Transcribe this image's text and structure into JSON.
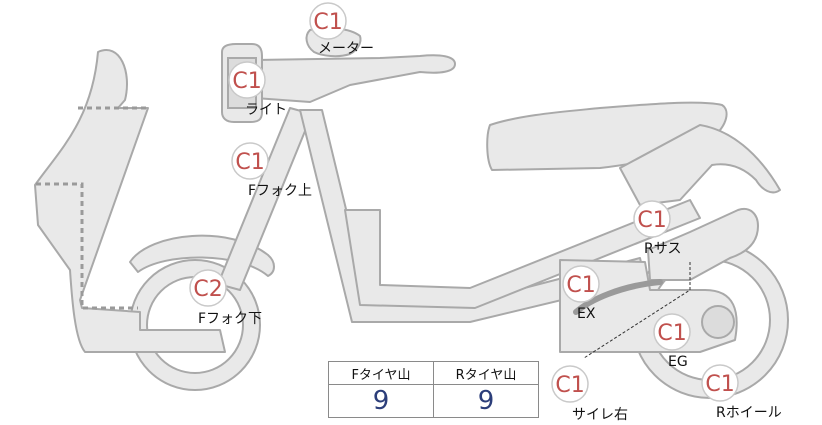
{
  "badges": [
    {
      "id": "meter",
      "code": "C1",
      "label": "メーター"
    },
    {
      "id": "light",
      "code": "C1",
      "label": "ライト"
    },
    {
      "id": "f-fork-upper",
      "code": "C1",
      "label": "Fフォク上"
    },
    {
      "id": "f-fork-lower",
      "code": "C2",
      "label": "Fフォク下"
    },
    {
      "id": "r-suspension",
      "code": "C1",
      "label": "Rサス"
    },
    {
      "id": "exhaust",
      "code": "C1",
      "label": "EX"
    },
    {
      "id": "engine",
      "code": "C1",
      "label": "EG"
    },
    {
      "id": "silencer-right",
      "code": "C1",
      "label": "サイレ右"
    },
    {
      "id": "r-wheel",
      "code": "C1",
      "label": "Rホイール"
    }
  ],
  "tread_table": {
    "headers": [
      "Fタイヤ山",
      "Rタイヤ山"
    ],
    "values": [
      "9",
      "9"
    ]
  },
  "colors": {
    "badge_text": "#c0504d",
    "body_fill": "#e9e9e9",
    "body_stroke": "#a9a9a9",
    "tread_value": "#2c3e7a"
  }
}
